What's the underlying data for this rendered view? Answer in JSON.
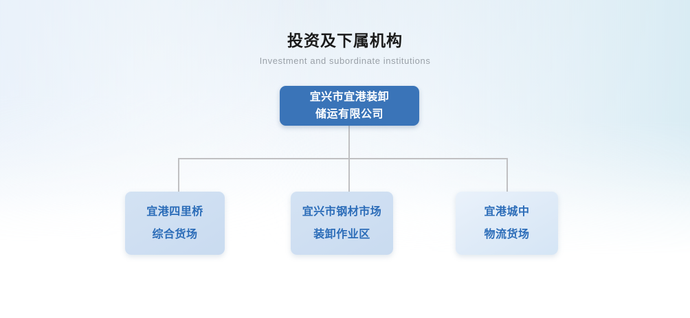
{
  "header": {
    "title": "投资及下属机构",
    "subtitle": "Investment and subordinate institutions"
  },
  "org_chart": {
    "root": {
      "lines": [
        "宜兴市宜港装卸",
        "储运有限公司"
      ],
      "full_name": "宜兴市宜港装卸储运有限公司",
      "background_color": "#3a74b8",
      "text_color": "#ffffff"
    },
    "children": [
      {
        "lines": [
          "宜港四里桥",
          "综合货场"
        ],
        "full_name": "宜港四里桥综合货场",
        "background_color": "#cfdff2",
        "text_color": "#2b6cb8"
      },
      {
        "lines": [
          "宜兴市钢材市场",
          "装卸作业区"
        ],
        "full_name": "宜兴市钢材市场装卸作业区",
        "background_color": "#cfdff2",
        "text_color": "#2b6cb8"
      },
      {
        "lines": [
          "宜港城中",
          "物流货场"
        ],
        "full_name": "宜港城中物流货场",
        "background_color": "#e1ecf8",
        "text_color": "#2b6cb8"
      }
    ],
    "connector_color": "#c0c0c2"
  },
  "theme": {
    "background_top_left": "#eff5fb",
    "background_top_right": "#e3eef5",
    "background_bottom": "#ffffff",
    "accent_blue": "#3a74b8",
    "title_color": "#1a1a1a",
    "subtitle_color": "#9aa1a8"
  }
}
